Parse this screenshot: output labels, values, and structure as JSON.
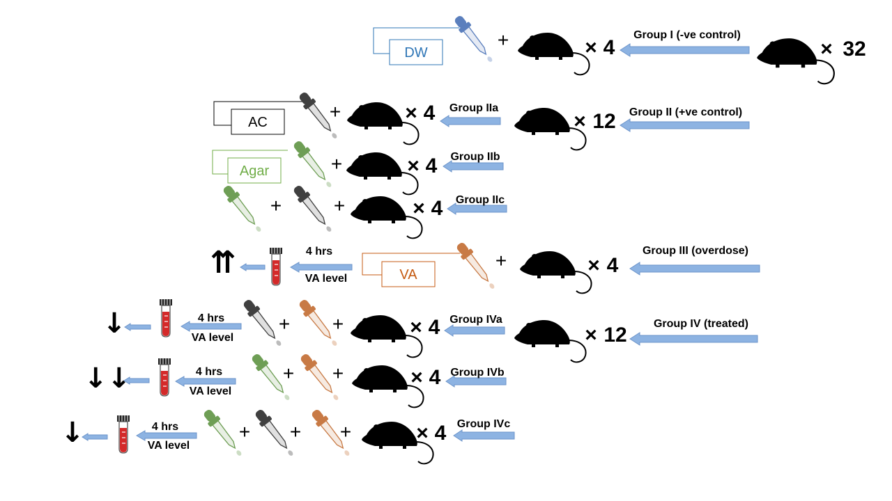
{
  "colors": {
    "arrow_fill": "#8db3e2",
    "arrow_stroke": "#6b93c9",
    "dw": "#2e75b6",
    "ac": "#000000",
    "agar": "#70ad47",
    "va": "#c55a11",
    "dropper_dw": "#5b7fbd",
    "dropper_ac": "#404040",
    "dropper_agar": "#6e9e55",
    "dropper_va": "#c87a45",
    "tube_blood": "#d42a2a",
    "rat": "#000000"
  },
  "icons": {
    "rat": "rat-icon",
    "dropper": "dropper-icon",
    "tube": "blood-tube-icon",
    "arrow": "left-arrow-icon"
  },
  "symbols": {
    "plus": "+",
    "times": "×"
  },
  "total": {
    "count": "32"
  },
  "groups": {
    "g1": {
      "label": "Group I (-ve control)",
      "count": "4",
      "box": "DW"
    },
    "g2": {
      "label": "Group II (+ve control)",
      "count": "12"
    },
    "g2a": {
      "label": "Group IIa",
      "count": "4",
      "box": "AC"
    },
    "g2b": {
      "label": "Group IIb",
      "count": "4",
      "box": "Agar"
    },
    "g2c": {
      "label": "Group IIc",
      "count": "4"
    },
    "g3": {
      "label": "Group III (overdose)",
      "count": "4",
      "box": "VA",
      "hrs": "4 hrs",
      "level": "VA level",
      "result": "⇈"
    },
    "g4": {
      "label": "Group IV (treated)",
      "count": "12"
    },
    "g4a": {
      "label": "Group IVa",
      "count": "4",
      "hrs": "4 hrs",
      "level": "VA level",
      "result": "↓"
    },
    "g4b": {
      "label": "Group IVb",
      "count": "4",
      "hrs": "4 hrs",
      "level": "VA level",
      "result": "↓↓"
    },
    "g4c": {
      "label": "Group IVc",
      "count": "4",
      "hrs": "4 hrs",
      "level": "VA level",
      "result": "↓"
    }
  }
}
